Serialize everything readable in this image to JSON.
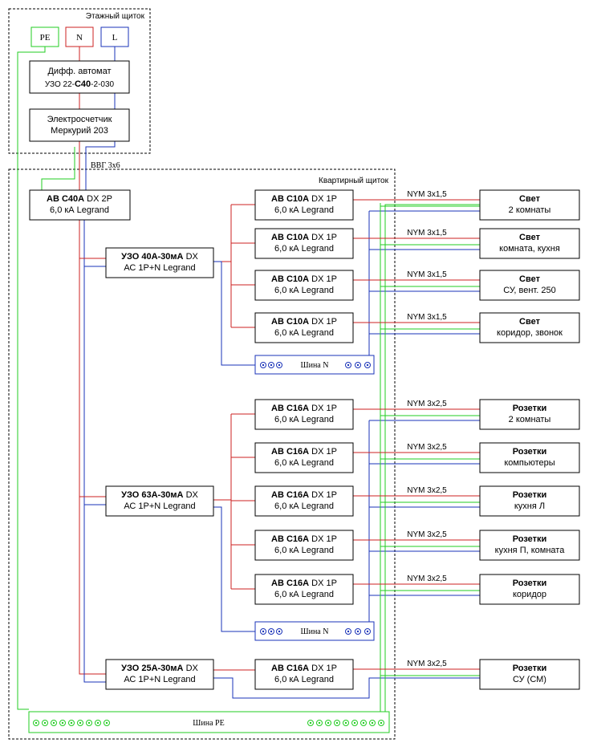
{
  "colors": {
    "phase": "#cc2222",
    "neutral": "#1a33b8",
    "pe": "#22cc22",
    "box": "#000000",
    "label_blue": "#1a33b8"
  },
  "floor_panel": {
    "title": "Этажный щиток",
    "pe": "PE",
    "n": "N",
    "l": "L",
    "diff_line1": "Дифф. автомат",
    "diff_line2_pre": "УЗО 22-",
    "diff_line2_bold": "С40",
    "diff_line2_post": "-2-030",
    "meter_line1": "Электросчетчик",
    "meter_line2": "Меркурий 203"
  },
  "cable_in": "ВВГ 3х6",
  "apt_panel": {
    "title": "Квартирный щиток",
    "main_bold": "АВ С40А",
    "main_rest": " DX  2P",
    "main_line2": "6,0 кА Legrand"
  },
  "rcds": [
    {
      "bold": "УЗО 40А-30мА",
      "rest": " DX",
      "line2": "АС 1P+N Legrand"
    },
    {
      "bold": "УЗО 63А-30мА",
      "rest": " DX",
      "line2": "АС 1P+N Legrand"
    },
    {
      "bold": "УЗО 25А-30мА",
      "rest": " DX",
      "line2": "АС 1P+N Legrand"
    }
  ],
  "breakers": [
    {
      "bold": "АВ С10А",
      "rest": " DX 1P",
      "line2": "6,0 кА Legrand"
    },
    {
      "bold": "АВ С10А",
      "rest": " DX 1P",
      "line2": "6,0 кА Legrand"
    },
    {
      "bold": "АВ С10А",
      "rest": " DX 1P",
      "line2": "6,0 кА Legrand"
    },
    {
      "bold": "АВ С10А",
      "rest": " DX 1P",
      "line2": "6,0 кА Legrand"
    },
    {
      "bold": "АВ С16А",
      "rest": " DX 1P",
      "line2": "6,0 кА Legrand"
    },
    {
      "bold": "АВ С16А",
      "rest": " DX 1P",
      "line2": "6,0 кА Legrand"
    },
    {
      "bold": "АВ С16А",
      "rest": " DX 1P",
      "line2": "6,0 кА Legrand"
    },
    {
      "bold": "АВ С16А",
      "rest": " DX 1P",
      "line2": "6,0 кА Legrand"
    },
    {
      "bold": "АВ С16А",
      "rest": " DX 1P",
      "line2": "6,0 кА Legrand"
    },
    {
      "bold": "АВ С16А",
      "rest": " DX 1P",
      "line2": "6,0 кА Legrand"
    }
  ],
  "cables": [
    "NYM 3х1,5",
    "NYM 3х1,5",
    "NYM 3х1,5",
    "NYM 3х1,5",
    "NYM 3х2,5",
    "NYM 3х2,5",
    "NYM 3х2,5",
    "NYM 3х2,5",
    "NYM 3х2,5",
    "NYM 3х2,5"
  ],
  "loads": [
    {
      "title": "Свет",
      "desc": "2 комнаты"
    },
    {
      "title": "Свет",
      "desc": "комната, кухня"
    },
    {
      "title": "Свет",
      "desc": "СУ, вент. 250"
    },
    {
      "title": "Свет",
      "desc": "коридор, звонок"
    },
    {
      "title": "Розетки",
      "desc": "2 комнаты"
    },
    {
      "title": "Розетки",
      "desc": "компьютеры"
    },
    {
      "title": "Розетки",
      "desc": "кухня Л"
    },
    {
      "title": "Розетки",
      "desc": "кухня П, комната"
    },
    {
      "title": "Розетки",
      "desc": "коридор"
    },
    {
      "title": "Розетки",
      "desc": "СУ (СМ)"
    }
  ],
  "bus_n": "Шина N",
  "bus_pe": "Шина PE"
}
